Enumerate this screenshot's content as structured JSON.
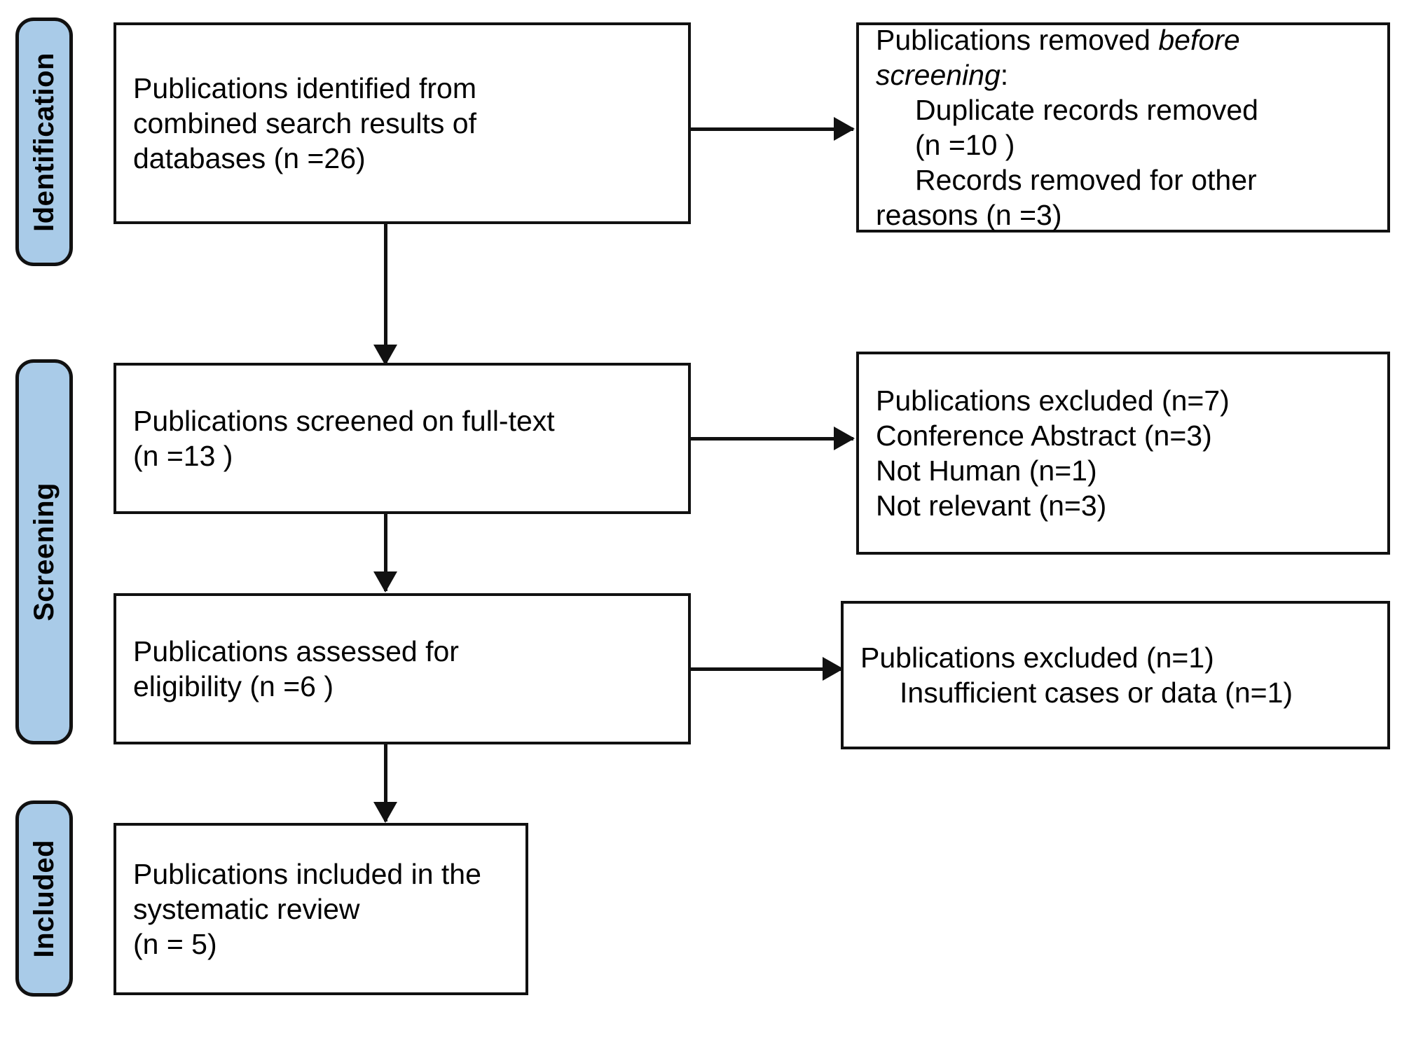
{
  "diagram": {
    "title": "PRISMA flow diagram",
    "accent_blue": "#a9cbe8",
    "line_color": "#111111",
    "background": "#ffffff"
  },
  "phases": [
    {
      "label": "Identification"
    },
    {
      "label": "Screening"
    },
    {
      "label": "Included"
    }
  ],
  "boxes": {
    "identified": {
      "lines": [
        "Publications identified from",
        "combined search results of",
        "databases (n =26)"
      ]
    },
    "removed_before_screening": {
      "lines": [
        {
          "pre": "Publications removed ",
          "italic": "before",
          "post": ""
        },
        {
          "pre": "",
          "italic": "screening",
          "post": ":"
        },
        {
          "text": "Duplicate records removed",
          "indent": true
        },
        {
          "text": "(n =10 )",
          "indent": true
        },
        {
          "text": "Records removed for other",
          "indent": true
        },
        {
          "text": "reasons (n =3)",
          "indent": false
        }
      ]
    },
    "screened": {
      "lines": [
        "Publications screened on full-text",
        "(n =13 )"
      ]
    },
    "excluded_screening": {
      "lines": [
        "Publications excluded (n=7)",
        "Conference Abstract (n=3)",
        "Not Human (n=1)",
        "Not relevant (n=3)"
      ]
    },
    "assessed": {
      "lines": [
        "Publications assessed for",
        "eligibility (n =6 )"
      ]
    },
    "excluded_eligibility": {
      "lines": [
        {
          "text": "Publications excluded (n=1)",
          "indent": false
        },
        {
          "text": "Insufficient cases or data (n=1)",
          "indent": true
        }
      ]
    },
    "included": {
      "lines": [
        "Publications included in the",
        "systematic review",
        "(n = 5)"
      ]
    }
  },
  "chart_data": {
    "type": "diagram",
    "title": "PRISMA flow diagram",
    "stages": [
      {
        "phase": "Identification",
        "node": "Publications identified from combined search results of databases",
        "n": 26
      },
      {
        "phase": "Identification",
        "node": "Publications removed before screening: Duplicate records removed",
        "n": 10
      },
      {
        "phase": "Identification",
        "node": "Records removed for other reasons",
        "n": 3
      },
      {
        "phase": "Screening",
        "node": "Publications screened on full-text",
        "n": 13
      },
      {
        "phase": "Screening",
        "node": "Publications excluded",
        "n": 7
      },
      {
        "phase": "Screening",
        "node": "Conference Abstract",
        "n": 3
      },
      {
        "phase": "Screening",
        "node": "Not Human",
        "n": 1
      },
      {
        "phase": "Screening",
        "node": "Not relevant",
        "n": 3
      },
      {
        "phase": "Screening",
        "node": "Publications assessed for eligibility",
        "n": 6
      },
      {
        "phase": "Screening",
        "node": "Publications excluded",
        "n": 1
      },
      {
        "phase": "Screening",
        "node": "Insufficient cases or data",
        "n": 1
      },
      {
        "phase": "Included",
        "node": "Publications included in the systematic review",
        "n": 5
      }
    ]
  }
}
